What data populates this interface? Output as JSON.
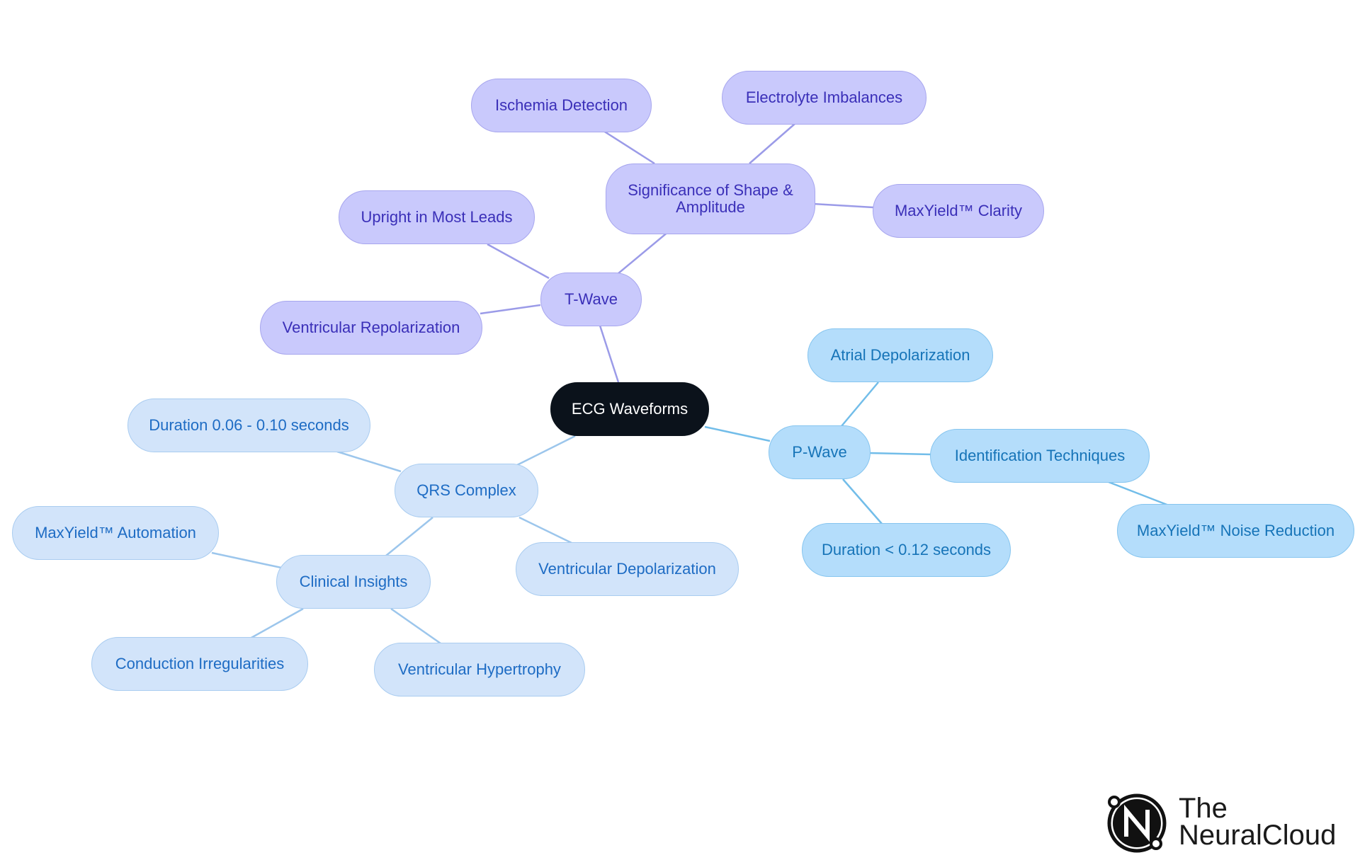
{
  "root": {
    "label": "ECG Waveforms"
  },
  "t_wave": {
    "label": "T-Wave",
    "upright": "Upright in Most Leads",
    "repolarization": "Ventricular Repolarization",
    "significance": "Significance of Shape & Amplitude",
    "ischemia": "Ischemia Detection",
    "electrolyte": "Electrolyte Imbalances",
    "clarity": "MaxYield™ Clarity"
  },
  "p_wave": {
    "label": "P-Wave",
    "atrial": "Atrial Depolarization",
    "identification": "Identification Techniques",
    "noise_reduction": "MaxYield™ Noise Reduction",
    "duration": "Duration < 0.12 seconds"
  },
  "qrs": {
    "label": "QRS Complex",
    "duration": "Duration 0.06 - 0.10 seconds",
    "ventricular_depolarization": "Ventricular Depolarization",
    "clinical": "Clinical Insights",
    "automation": "MaxYield™ Automation",
    "conduction": "Conduction Irregularities",
    "hypertrophy": "Ventricular Hypertrophy"
  },
  "colors": {
    "purple_edge": "#9b9be8",
    "lblue_edge": "#9cc6ec",
    "cyan_edge": "#72bde9"
  },
  "logo": {
    "line1": "The",
    "line2": "NeuralCloud"
  }
}
